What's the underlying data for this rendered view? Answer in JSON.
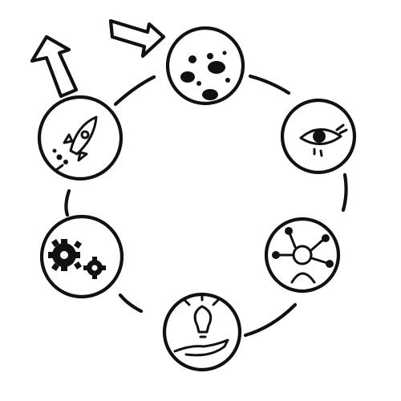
{
  "diagram": {
    "type": "cycle",
    "ink_color": "#111111",
    "background_color": "#ffffff",
    "nodes": [
      {
        "id": "dots",
        "icon": "dots-cluster-icon"
      },
      {
        "id": "eye",
        "icon": "eye-icon"
      },
      {
        "id": "network",
        "icon": "network-person-icon"
      },
      {
        "id": "idea",
        "icon": "lightbulb-hand-icon"
      },
      {
        "id": "gears",
        "icon": "gears-icon"
      },
      {
        "id": "rocket",
        "icon": "rocket-icon"
      }
    ],
    "arrows": [
      {
        "id": "arrow-up",
        "icon": "outline-arrow-up-icon"
      },
      {
        "id": "arrow-right",
        "icon": "outline-arrow-right-icon"
      }
    ]
  }
}
